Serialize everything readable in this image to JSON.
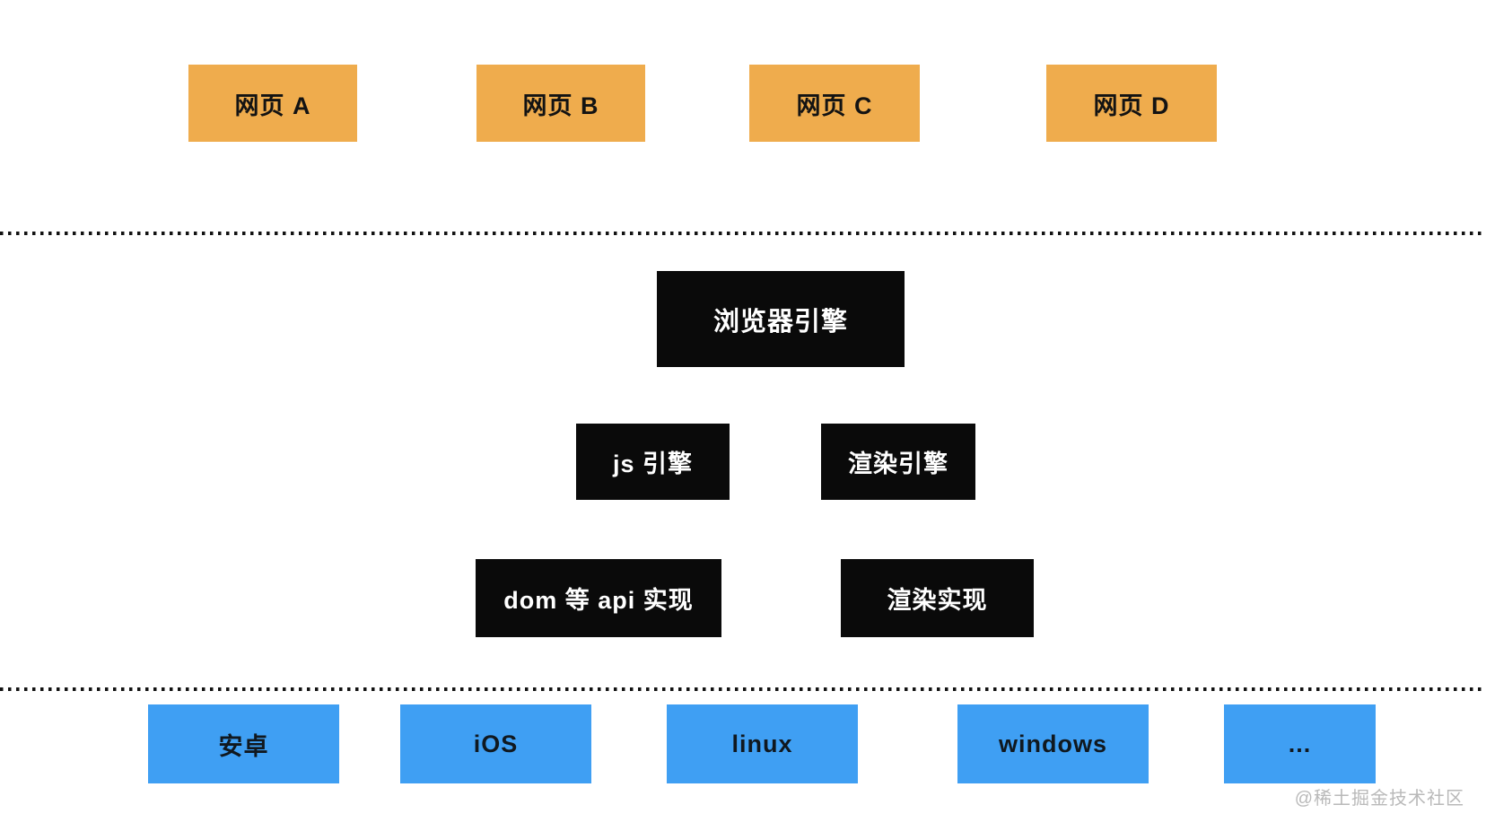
{
  "colors": {
    "page_bg": "#ffffff",
    "web_page_box": "#efac4d",
    "engine_box": "#0a0a0a",
    "platform_box": "#3f9ff3",
    "divider_dots": "#121212",
    "watermark_text": "#b9b9b9"
  },
  "diagram": {
    "web_pages": [
      {
        "label": "网页 A"
      },
      {
        "label": "网页 B"
      },
      {
        "label": "网页 C"
      },
      {
        "label": "网页 D"
      }
    ],
    "browser_engine": {
      "label": "浏览器引擎"
    },
    "engines": [
      {
        "label": "js 引擎"
      },
      {
        "label": "渲染引擎"
      }
    ],
    "implementations": [
      {
        "label": "dom 等 api 实现"
      },
      {
        "label": "渲染实现"
      }
    ],
    "platforms": [
      {
        "label": "安卓"
      },
      {
        "label": "iOS"
      },
      {
        "label": "linux"
      },
      {
        "label": "windows"
      },
      {
        "label": "..."
      }
    ],
    "watermark": "@稀土掘金技术社区"
  }
}
